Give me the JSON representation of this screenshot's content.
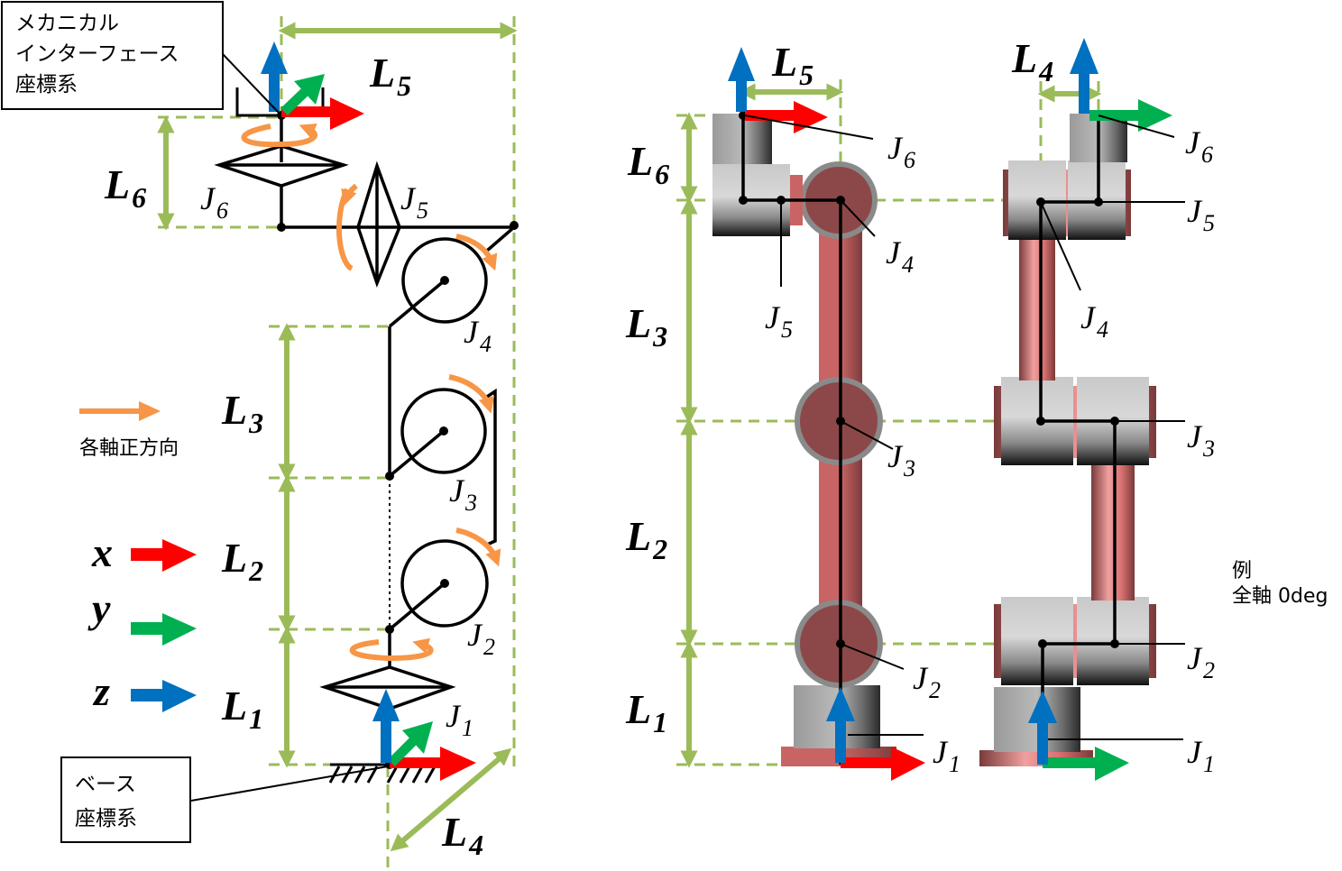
{
  "colors": {
    "x_axis": "#ff0000",
    "y_axis": "#00b050",
    "z_axis": "#0070c0",
    "dimension": "#9bbb59",
    "rotation": "#f79646",
    "link_body": "#c96464",
    "joint_cap": "#8c4848",
    "housing": "#c8c8c8"
  },
  "callouts": {
    "mechanical_interface": [
      "メカニカル",
      "インターフェース",
      "座標系"
    ],
    "base": [
      "ベース",
      "座標系"
    ]
  },
  "legend": {
    "rotation_label": "各軸正方向",
    "axes": [
      {
        "name": "x",
        "color_key": "x_axis"
      },
      {
        "name": "y",
        "color_key": "y_axis"
      },
      {
        "name": "z",
        "color_key": "z_axis"
      }
    ]
  },
  "schematic": {
    "links": [
      {
        "L": "L",
        "sub": "1"
      },
      {
        "L": "L",
        "sub": "2"
      },
      {
        "L": "L",
        "sub": "3"
      },
      {
        "L": "L",
        "sub": "4"
      },
      {
        "L": "L",
        "sub": "5"
      },
      {
        "L": "L",
        "sub": "6"
      }
    ],
    "joints": [
      {
        "J": "J",
        "sub": "1"
      },
      {
        "J": "J",
        "sub": "2"
      },
      {
        "J": "J",
        "sub": "3"
      },
      {
        "J": "J",
        "sub": "4"
      },
      {
        "J": "J",
        "sub": "5"
      },
      {
        "J": "J",
        "sub": "6"
      }
    ]
  },
  "front_view": {
    "links": [
      {
        "L": "L",
        "sub": "1"
      },
      {
        "L": "L",
        "sub": "2"
      },
      {
        "L": "L",
        "sub": "3"
      },
      {
        "L": "L",
        "sub": "5"
      },
      {
        "L": "L",
        "sub": "6"
      }
    ],
    "joints": [
      {
        "J": "J",
        "sub": "1"
      },
      {
        "J": "J",
        "sub": "2"
      },
      {
        "J": "J",
        "sub": "3"
      },
      {
        "J": "J",
        "sub": "4"
      },
      {
        "J": "J",
        "sub": "5"
      },
      {
        "J": "J",
        "sub": "6"
      }
    ]
  },
  "side_view": {
    "links": [
      {
        "L": "L",
        "sub": "4"
      }
    ],
    "joints": [
      {
        "J": "J",
        "sub": "1"
      },
      {
        "J": "J",
        "sub": "2"
      },
      {
        "J": "J",
        "sub": "3"
      },
      {
        "J": "J",
        "sub": "4"
      },
      {
        "J": "J",
        "sub": "5"
      },
      {
        "J": "J",
        "sub": "6"
      }
    ]
  },
  "example_note": {
    "line1": "例",
    "line2": "全軸 0deg"
  }
}
